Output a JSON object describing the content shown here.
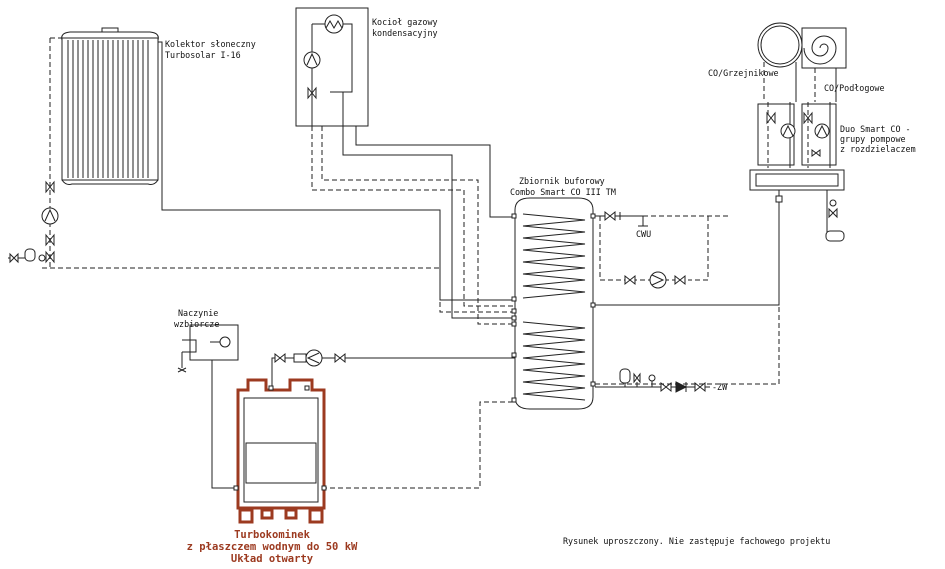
{
  "labels": {
    "collector": [
      "Kolektor słoneczny",
      "Turbosolar I-16"
    ],
    "boiler": [
      "Kocioł gazowy",
      "kondensacyjny"
    ],
    "tank": [
      "Zbiornik buforowy",
      "Combo Smart CO III TM"
    ],
    "heating_radiators": "CO/Grzejnikowe",
    "heating_floor": "CO/Podłogowe",
    "pump_groups": [
      "Duo Smart CO -",
      "grupy pompowe",
      "z rozdzielaczem"
    ],
    "hot_water": "CWU",
    "cold_water": "-ZW",
    "expansion_vessel": [
      "Naczynie",
      "wzbiorcze"
    ],
    "stove": [
      "Turbokominek",
      "z płaszczem wodnym do 50 kW",
      "Układ otwarty"
    ],
    "disclaimer": "Rysunek uproszczony. Nie zastępuje fachowego projektu"
  },
  "colors": {
    "line": "#222222",
    "stove": "#9c3a20",
    "background": "#ffffff"
  }
}
